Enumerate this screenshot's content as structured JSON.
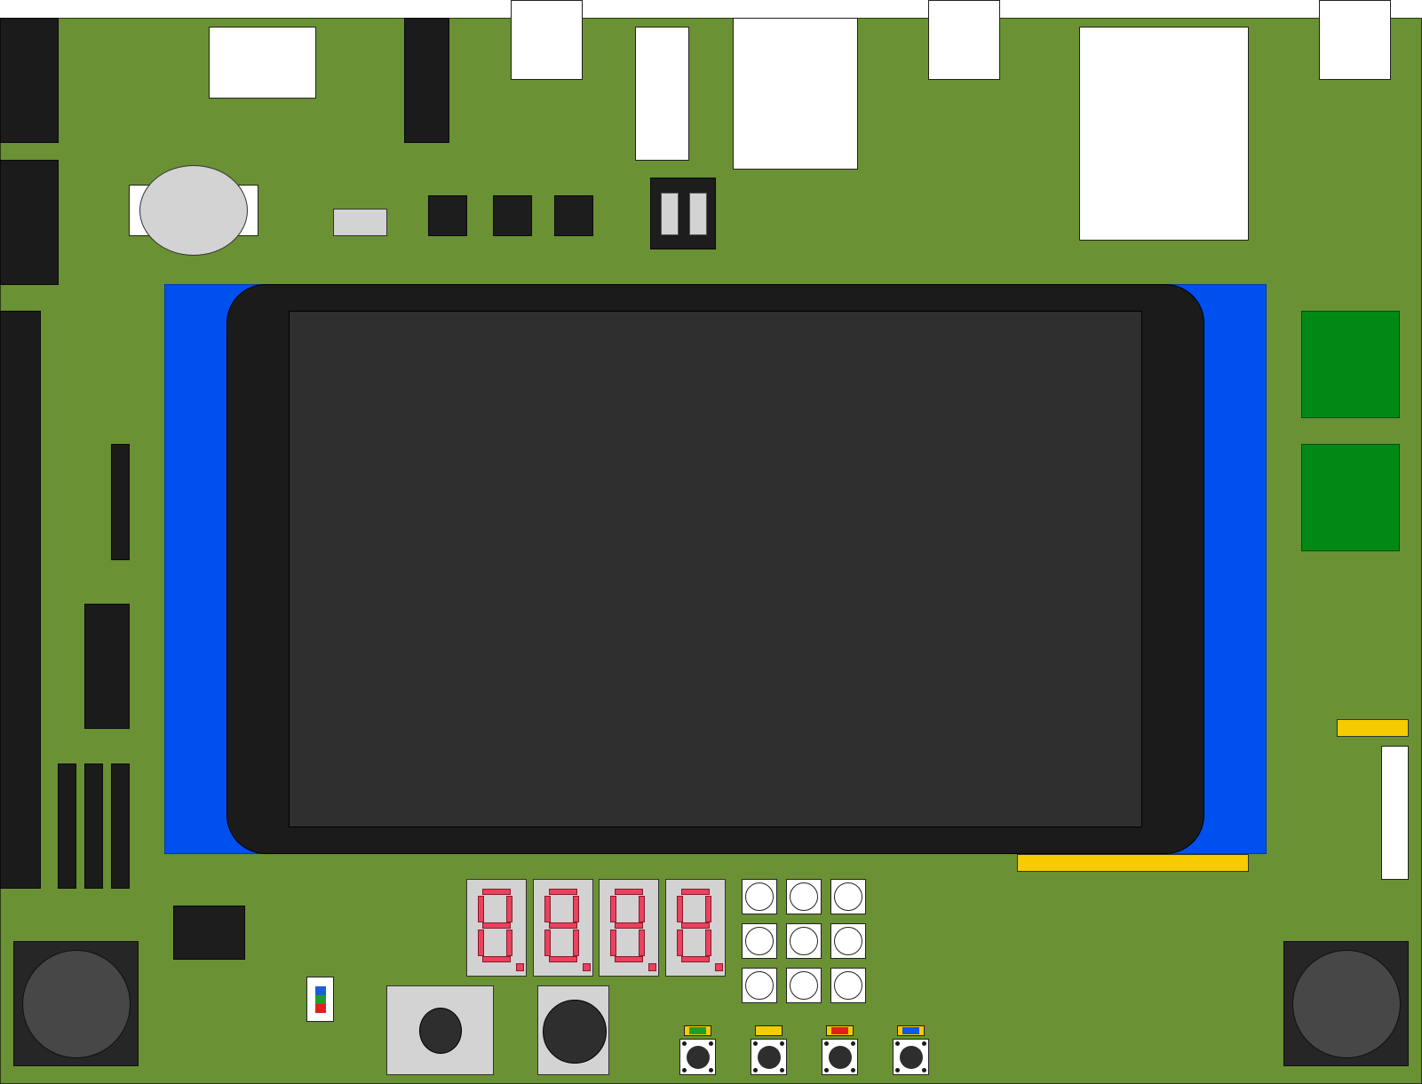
{
  "diagram": {
    "kind": "development board layout",
    "colors": {
      "pcb": "#6a9134",
      "display_backing": "#0050ef",
      "display_bezel": "#1b1b1b",
      "display_screen": "#2f2f2f",
      "seven_segment_on": "#e8425e",
      "green_module": "#008a15",
      "yellow_connector": "#f5cc00",
      "header": "#1b1b1b",
      "connector": "#ffffff"
    },
    "seven_segment_digits": 4,
    "keypad_buttons": 9,
    "tactile_buttons": 4,
    "led_colors": [
      "#1f9e27",
      "#f5cc00",
      "#e02020",
      "#0a58ef"
    ],
    "rgb_led_colors": [
      "#1a5fd8",
      "#1f9e27",
      "#e02020"
    ],
    "joysticks": 2
  }
}
